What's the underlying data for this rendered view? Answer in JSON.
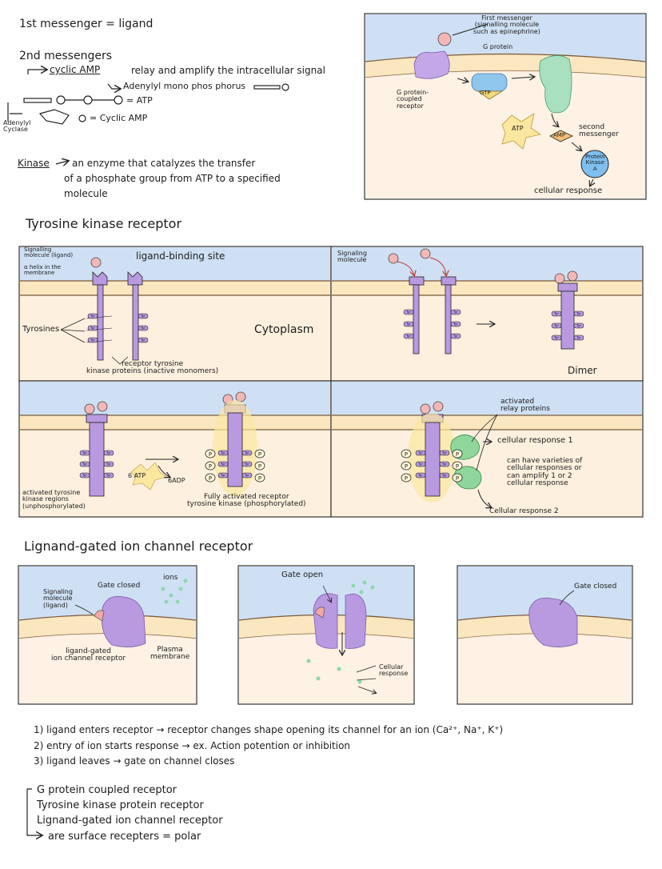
{
  "notes": {
    "line1": "1st messenger = ligand",
    "line2": "2nd messengers",
    "line3": "relay and amplify the intracellular signal",
    "cyclic_amp": "cyclic AMP",
    "adenylyl": "Adenylyl mono phos phorus",
    "eq_atp": "= ATP",
    "eq_camp": "= Cyclic AMP",
    "adenylyl_cyclase": "Adenylyl\nCyclase",
    "kinase_word": "Kinase",
    "kinase_def1": "an enzyme that catalyzes the transfer",
    "kinase_def2": "of a phosphate group from ATP to a specified",
    "kinase_def3": "molecule"
  },
  "gpcr": {
    "first_messenger": "First messenger\n(signalling molecule\nsuch as epinephrine)",
    "g_protein": "G protein",
    "receptor": "G protein-\ncoupled\nreceptor",
    "gtp": "GTP",
    "atp": "ATP",
    "amp": "AMP",
    "second_messenger": "second\nmessenger",
    "pka": "Protein\nKinase\nA",
    "cellular_response": "cellular response"
  },
  "rtk": {
    "heading": "Tyrosine kinase receptor",
    "signal_ligand": "Signalling\nmolecule (ligand)",
    "helix": "α helix in the\nmembrane",
    "binding_site": "ligand-binding site",
    "tyrosines": "Tyrosines",
    "cytoplasm": "Cytoplasm",
    "inactive": "receptor tyrosine\nkinase proteins (inactive monomers)",
    "signaling_molecule": "Signaling\nmolecule",
    "dimer": "Dimer",
    "activated_label": "activated tyrosine\nkinase regions\n(unphosphorylated)",
    "six_atp": "6 ATP",
    "six_adp": "6ADP",
    "fully_activated": "Fully activated receptor\ntyrosine kinase (phosphorylated)",
    "relay_proteins": "activated\nrelay proteins",
    "response1": "cellular response 1",
    "varieties": "can have varieties of\ncellular responses or\ncan amplify 1 or 2\ncellular response",
    "response2": "Cellular response 2",
    "tyr": "Tyr",
    "p": "P"
  },
  "ion": {
    "heading": "Lignand-gated ion channel receptor",
    "signaling_ligand": "Signaling\nmolecule\n(ligand)",
    "gate_closed": "Gate closed",
    "ions": "ions",
    "channel_receptor": "ligand-gated\nion channel receptor",
    "plasma_membrane": "Plasma\nmembrane",
    "gate_open": "Gate open",
    "cellular_response": "Cellular\nresponse",
    "gate_closed2": "Gate closed"
  },
  "steps": {
    "s1": "1) ligand enters receptor → receptor changes shape opening its channel for an ion (Ca²⁺, Na⁺, K⁺)",
    "s2": "2) entry of ion starts response → ex. Action potention or inhibition",
    "s3": "3) ligand leaves → gate on channel closes"
  },
  "summary": {
    "l1": "G protein coupled receptor",
    "l2": "Tyrosine kinase protein receptor",
    "l3": "Lignand-gated ion channel receptor",
    "l4": "are surface recepters = polar"
  }
}
